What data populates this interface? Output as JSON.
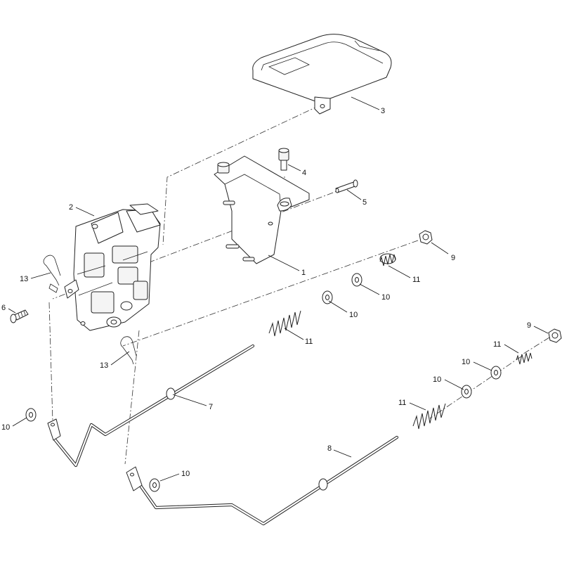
{
  "callouts": [
    {
      "id": "c3",
      "text": "3"
    },
    {
      "id": "c4",
      "text": "4"
    },
    {
      "id": "c5",
      "text": "5"
    },
    {
      "id": "c2",
      "text": "2"
    },
    {
      "id": "c1",
      "text": "1"
    },
    {
      "id": "c9a",
      "text": "9"
    },
    {
      "id": "c11a",
      "text": "11"
    },
    {
      "id": "c10a",
      "text": "10"
    },
    {
      "id": "c10b",
      "text": "10"
    },
    {
      "id": "c13a",
      "text": "13"
    },
    {
      "id": "c6",
      "text": "6"
    },
    {
      "id": "c11b",
      "text": "11"
    },
    {
      "id": "c13b",
      "text": "13"
    },
    {
      "id": "c9b",
      "text": "9"
    },
    {
      "id": "c11c",
      "text": "11"
    },
    {
      "id": "c10c",
      "text": "10"
    },
    {
      "id": "c10d",
      "text": "10"
    },
    {
      "id": "c7",
      "text": "7"
    },
    {
      "id": "c11d",
      "text": "11"
    },
    {
      "id": "c10e",
      "text": "10"
    },
    {
      "id": "c8",
      "text": "8"
    },
    {
      "id": "c10f",
      "text": "10"
    }
  ]
}
